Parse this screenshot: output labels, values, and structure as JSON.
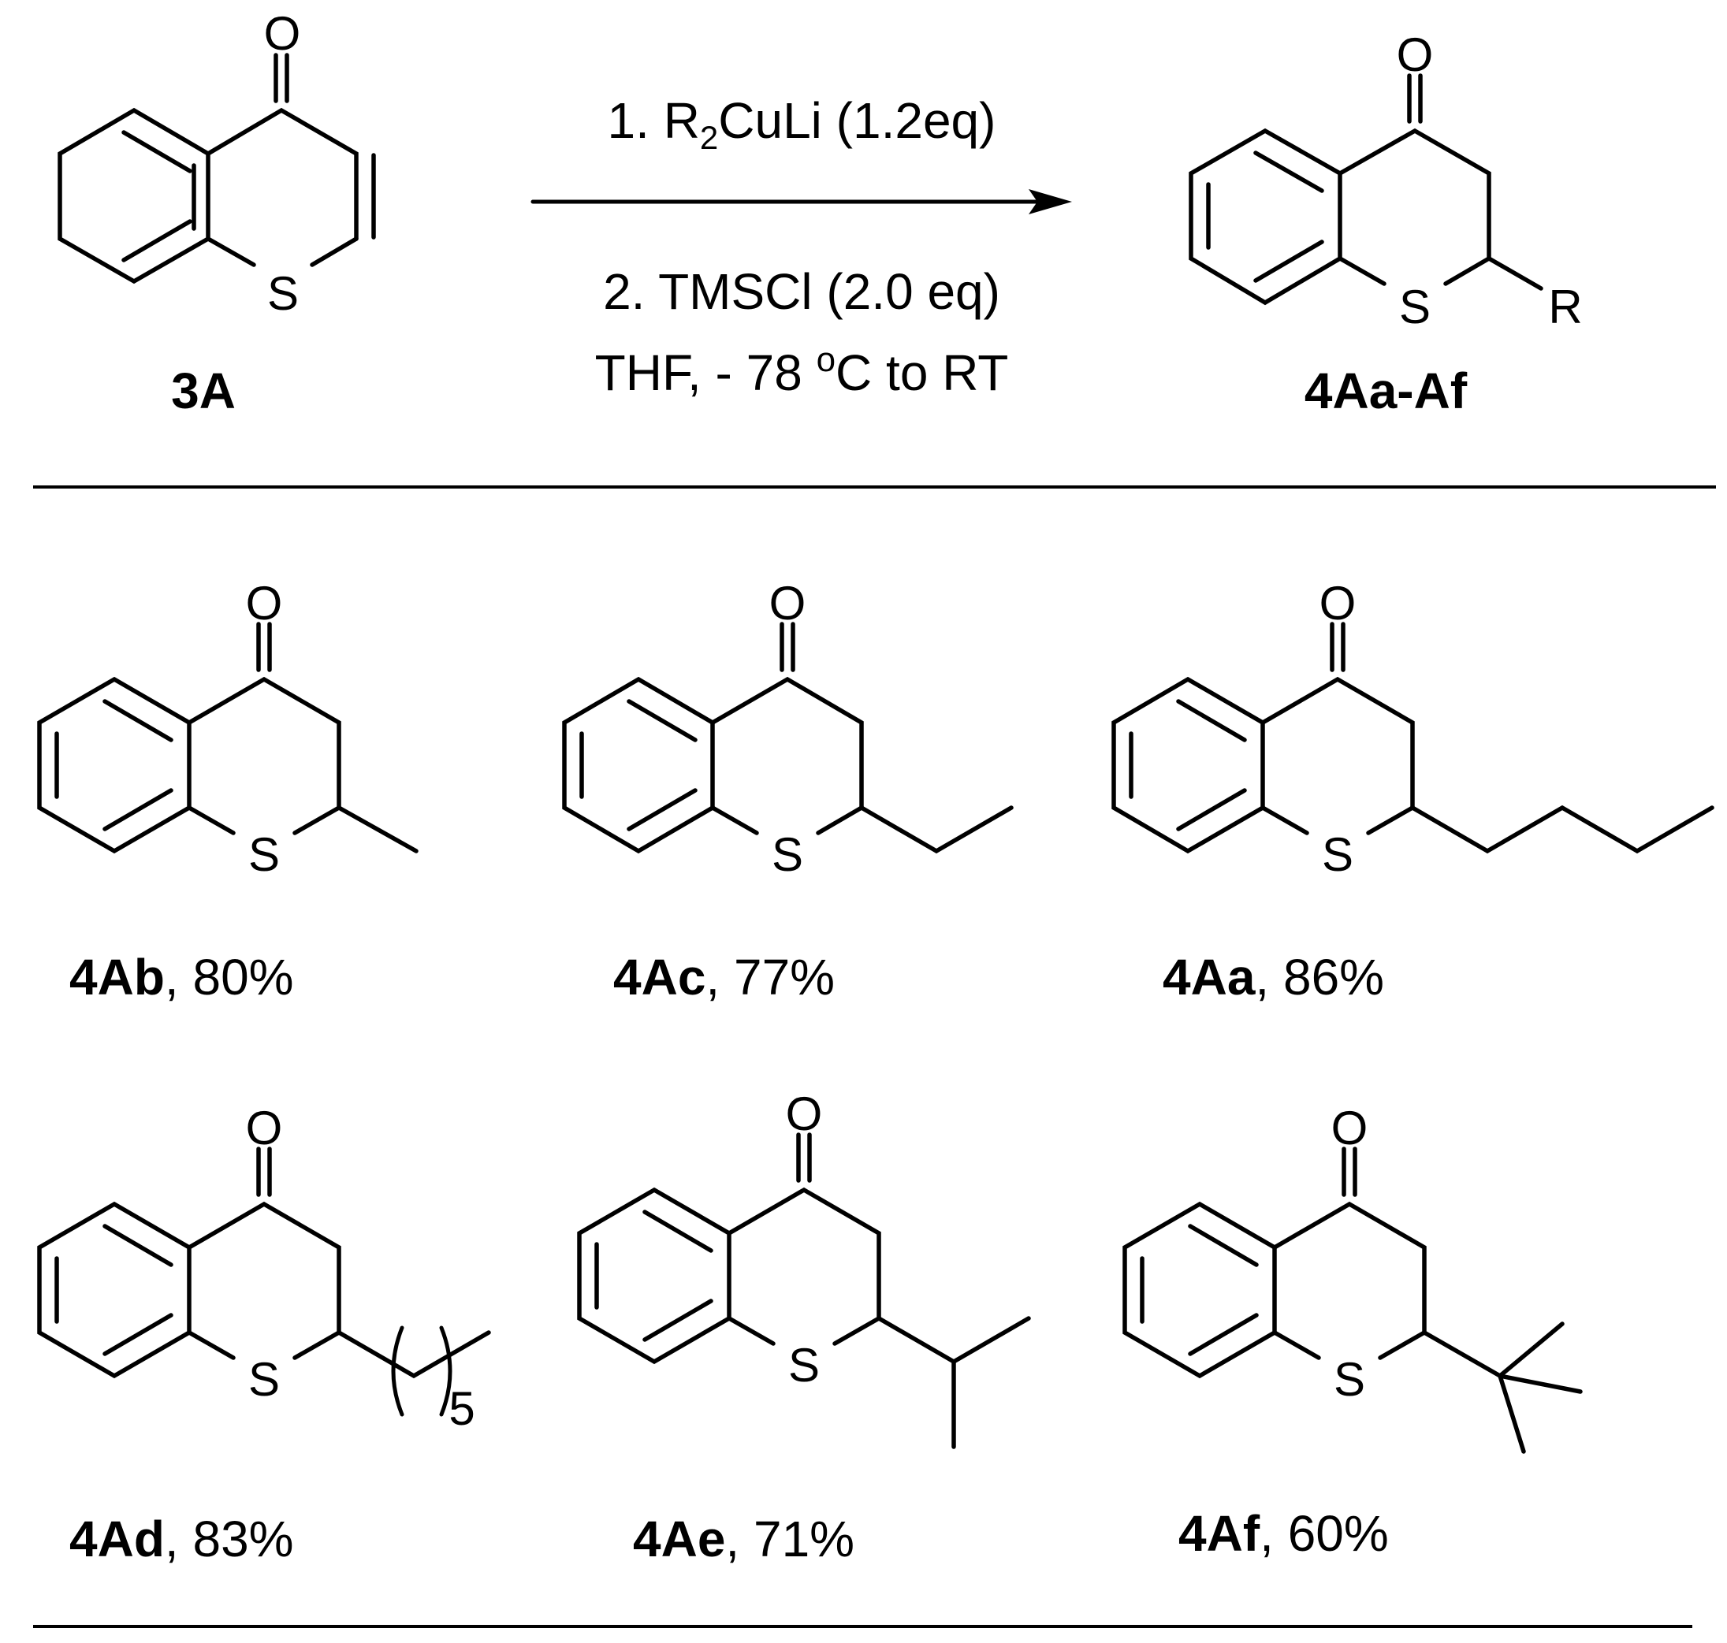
{
  "reaction": {
    "reactant": {
      "label": "3A"
    },
    "product": {
      "label": "4Aa-Af",
      "r_group": "R"
    },
    "conditions": {
      "step1_prefix": "1. R",
      "step1_sub": "2",
      "step1_suffix": "CuLi (1.2eq)",
      "step2": "2. TMSCl (2.0 eq)",
      "solvent_prefix": "THF, - 78 ",
      "solvent_sup": "o",
      "solvent_suffix": "C to RT"
    }
  },
  "atoms": {
    "oxygen": "O",
    "sulfur": "S"
  },
  "products": [
    {
      "id": "4Ab",
      "yield": ", 80%"
    },
    {
      "id": "4Ac",
      "yield": ", 77%"
    },
    {
      "id": "4Aa",
      "yield": ", 86%"
    },
    {
      "id": "4Ad",
      "yield": ", 83%",
      "repeat_count": "5"
    },
    {
      "id": "4Ae",
      "yield": ", 71%"
    },
    {
      "id": "4Af",
      "yield": ", 60%"
    }
  ]
}
